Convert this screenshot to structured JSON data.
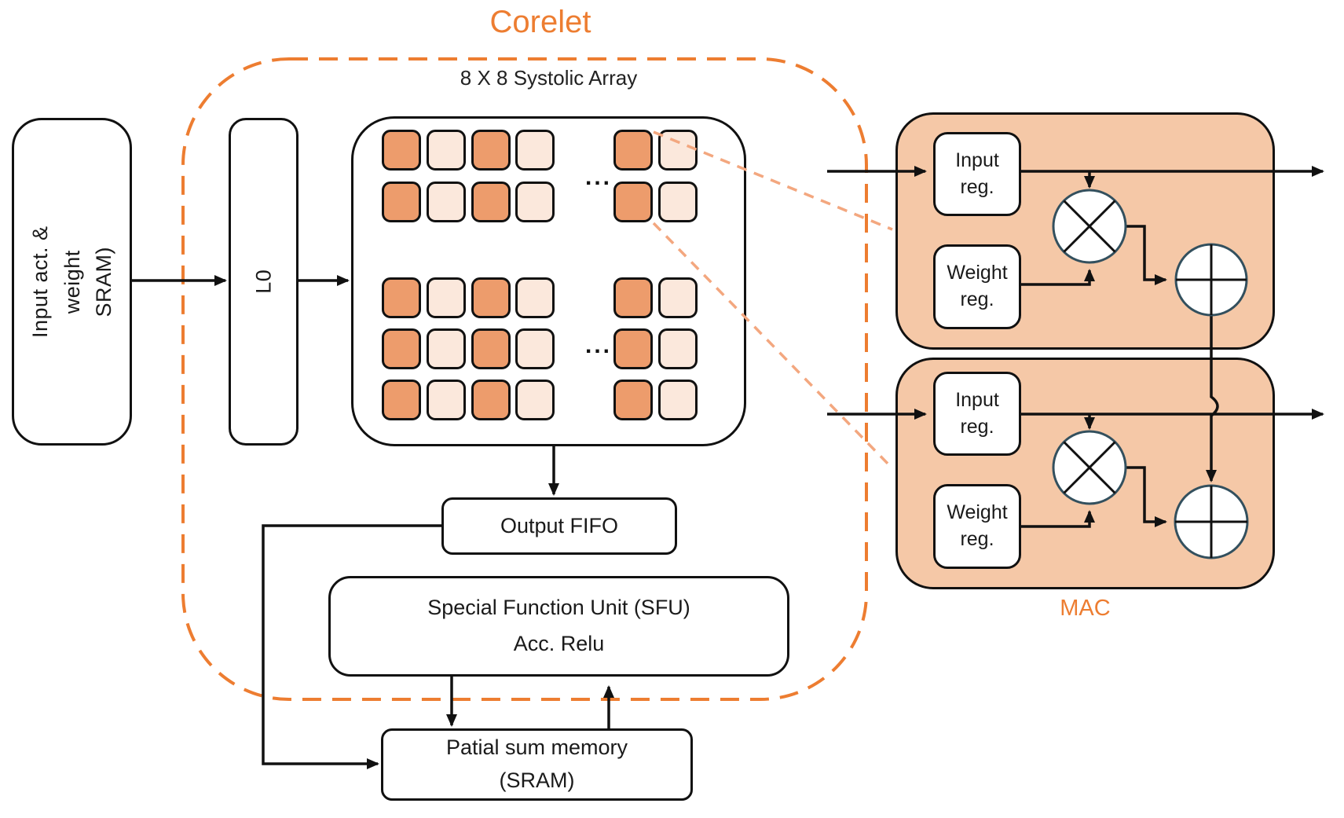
{
  "title": "Corelet",
  "colors": {
    "accent": "#ED7D31",
    "light_dash": "#F3A77F",
    "mac_fill": "#F5C8A7",
    "cell_dark": "#ED9C6C",
    "cell_light": "#FBE8DC",
    "circle_stroke": "#33505E"
  },
  "labels": {
    "systolic_array": "8 X 8 Systolic Array",
    "sram": "Input act. & weight\nSRAM)",
    "l0": "L0",
    "output_fifo": "Output FIFO",
    "sfu": "Special Function Unit (SFU)\nAcc. Relu",
    "partial_sum": "Patial sum memory\n(SRAM)",
    "mac": "MAC",
    "input_reg": "Input\nreg.",
    "weight_reg": "Weight\nreg.",
    "ellipsis": "..."
  },
  "systolic_grid": {
    "column_pattern": [
      "dark",
      "light",
      "dark",
      "light",
      "dark",
      "light"
    ],
    "top_rows": 2,
    "bottom_rows": 3
  }
}
